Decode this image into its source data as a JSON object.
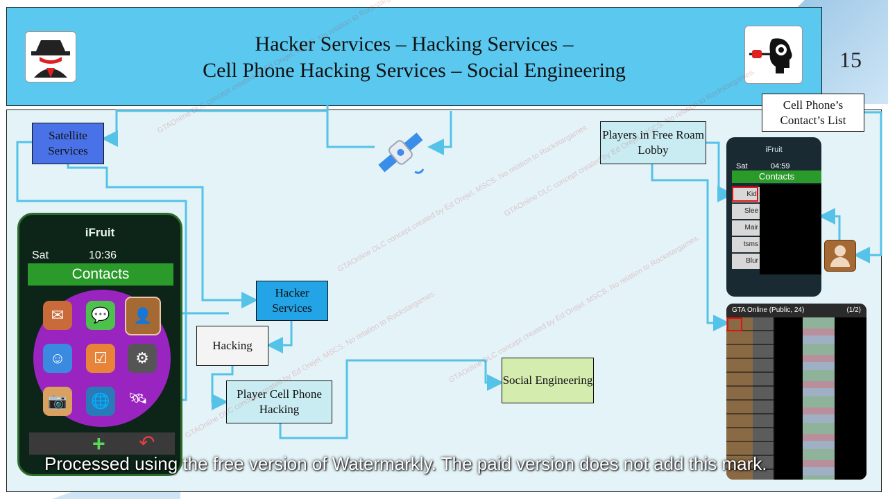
{
  "slide": {
    "title_line1": "Hacker Services – Hacking Services –",
    "title_line2": "Cell Phone Hacking Services – Social Engineering",
    "number": "15"
  },
  "nodes": {
    "satellite_services": "Satellite Services",
    "hacker_services": "Hacker Services",
    "hacking": "Hacking",
    "player_cell_phone_hacking": "Player Cell Phone Hacking",
    "social_engineering": "Social Engineering",
    "players_free_roam_lobby": "Players in Free Roam Lobby",
    "cell_phone_contacts_list": "Cell Phone’s Contact’s List"
  },
  "phone": {
    "brand": "iFruit",
    "status": "Sat",
    "time": "10:36",
    "header": "Contacts"
  },
  "contacts_phone": {
    "brand": "iFruit",
    "status": "Sat",
    "time": "04:59",
    "header": "Contacts",
    "rows": [
      "Kidi",
      "Slee",
      "Mair",
      "tsms",
      "Blur"
    ]
  },
  "lobby": {
    "title": "GTA Online (Public, 24)",
    "count": "(1/2)"
  },
  "watermarks": {
    "repeated": "GTAOnline DLC concept created by Ed Orejel, MSCS. No relation to Rockstargames.",
    "bottom_banner": "Processed using the free version of Watermarkly. The paid version does not add this mark."
  },
  "colors": {
    "title_bg": "#5bc8ef",
    "diagram_bg": "#e4f3f8",
    "connector": "#55c2e8",
    "satellite_node": "#4a72e8",
    "hacker_node": "#22a4e6",
    "social_node": "#d4edae"
  },
  "icons": {
    "left_logo": "hacker-spy-icon",
    "right_logo": "brain-plug-icon",
    "center": "satellite-icon",
    "contact": "contact-card-icon"
  }
}
